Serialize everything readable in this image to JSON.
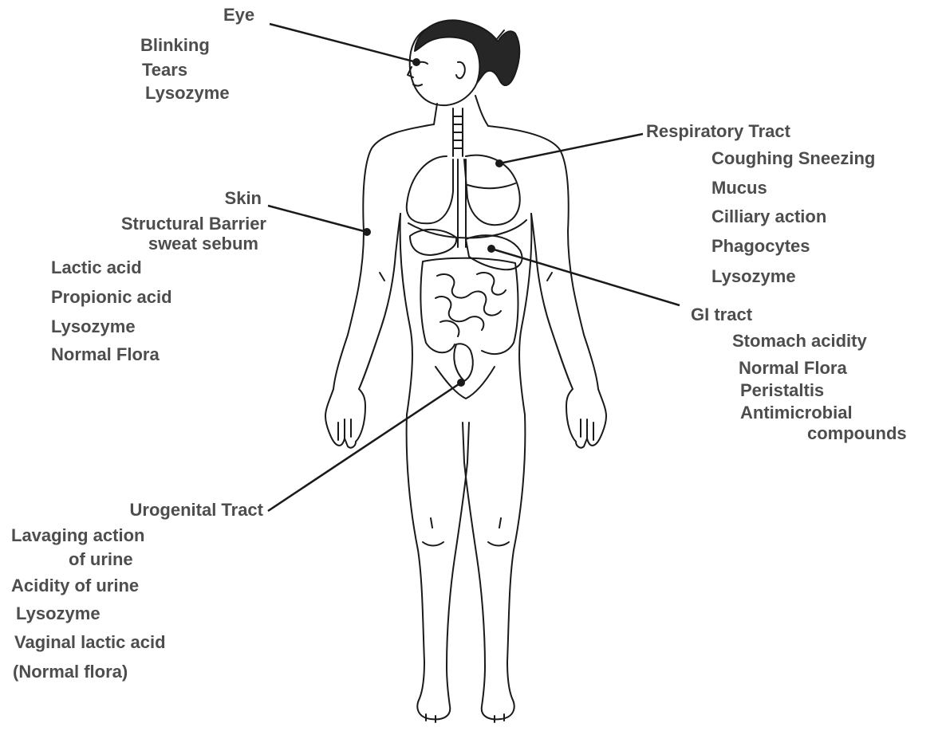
{
  "colors": {
    "text": "#4d4d4d",
    "outline": "#1a1a1a",
    "hair": "#262626",
    "background": "#ffffff"
  },
  "labels": {
    "eye": {
      "title": "Eye",
      "items": [
        "Blinking",
        "Tears",
        "Lysozyme"
      ]
    },
    "skin": {
      "title": "Skin",
      "items": [
        "Structural Barrier",
        "sweat sebum",
        "Lactic acid",
        "Propionic acid",
        "Lysozyme",
        "Normal Flora"
      ]
    },
    "respiratory": {
      "title": "Respiratory Tract",
      "items": [
        "Coughing Sneezing",
        "Mucus",
        "Cilliary action",
        "Phagocytes",
        "Lysozyme"
      ]
    },
    "gi": {
      "title": "GI tract",
      "items": [
        "Stomach acidity",
        "Normal Flora",
        "Peristaltis",
        "Antimicrobial",
        "compounds"
      ]
    },
    "urogenital": {
      "title": "Urogenital Tract",
      "items": [
        "Lavaging action",
        "of urine",
        "Acidity of urine",
        "Lysozyme",
        "Vaginal lactic acid",
        "(Normal flora)"
      ]
    }
  }
}
